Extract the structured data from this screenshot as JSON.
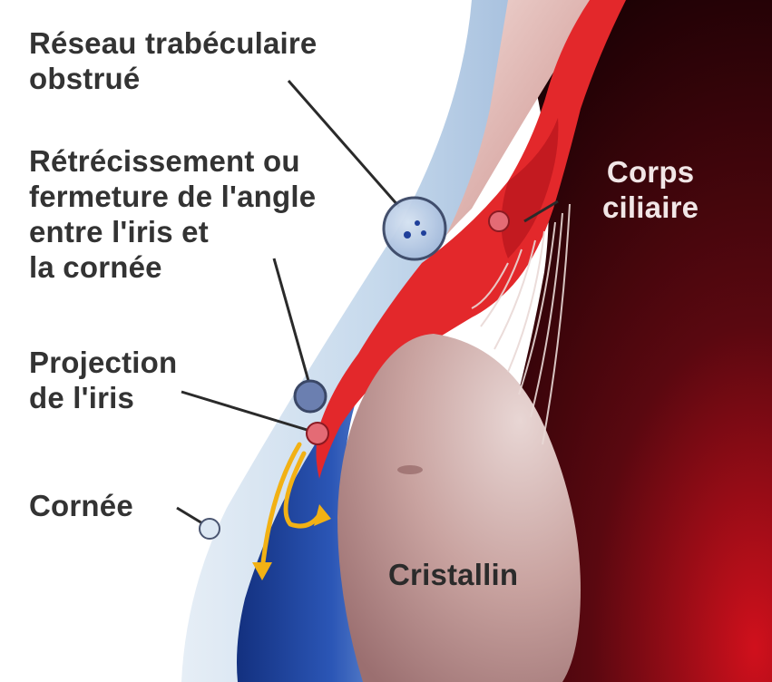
{
  "labels": {
    "trabecular": [
      "Réseau trabéculaire",
      "obstrué"
    ],
    "angle": [
      "Rétrécissement ou",
      "fermeture de l'angle",
      "entre l'iris et",
      "la cornée"
    ],
    "iris_projection": [
      "Projection",
      "de l'iris"
    ],
    "cornea": "Cornée",
    "ciliary_body": [
      "Corps",
      "ciliaire"
    ],
    "lens": "Cristallin"
  },
  "colors": {
    "background": "#ffffff",
    "cornea": "#cfe0ef",
    "anterior_chamber": "#1f3f9a",
    "iris": "#e3282b",
    "ciliary_dark": "#3a0308",
    "lens": "#c9a7a3",
    "arrow": "#f2b114",
    "label_text": "#333333"
  }
}
